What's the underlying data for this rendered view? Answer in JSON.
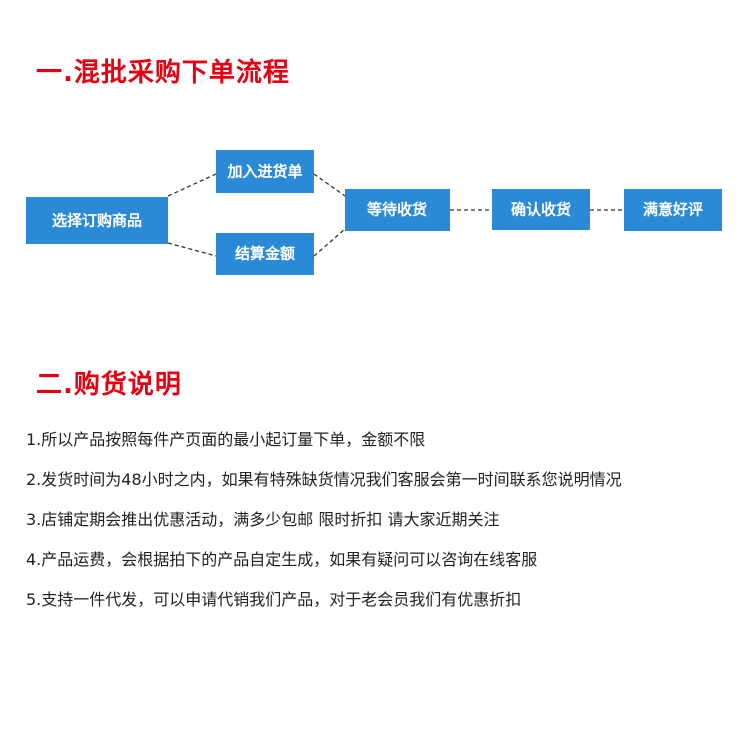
{
  "section1": {
    "title": "一.混批采购下单流程"
  },
  "flow": {
    "nodes": {
      "select_goods": "选择订购商品",
      "add_cart": "加入进货单",
      "settle_amount": "结算金额",
      "wait_receive": "等待收货",
      "confirm_receive": "确认收货",
      "good_review": "满意好评"
    },
    "node_color": "#2b8ad8",
    "text_color": "#ffffff"
  },
  "section2": {
    "title": "二.购货说明",
    "items": [
      "1.所以产品按照每件产页面的最小起订量下单，金额不限",
      "2.发货时间为48小时之内，如果有特殊缺货情况我们客服会第一时间联系您说明情况",
      "3.店铺定期会推出优惠活动，满多少包邮 限时折扣 请大家近期关注",
      "4.产品运费，会根据拍下的产品自定生成，如果有疑问可以咨询在线客服",
      "5.支持一件代发，可以申请代销我们产品，对于老会员我们有优惠折扣"
    ]
  },
  "colors": {
    "title_red": "#e60012",
    "body_text": "#222222"
  }
}
